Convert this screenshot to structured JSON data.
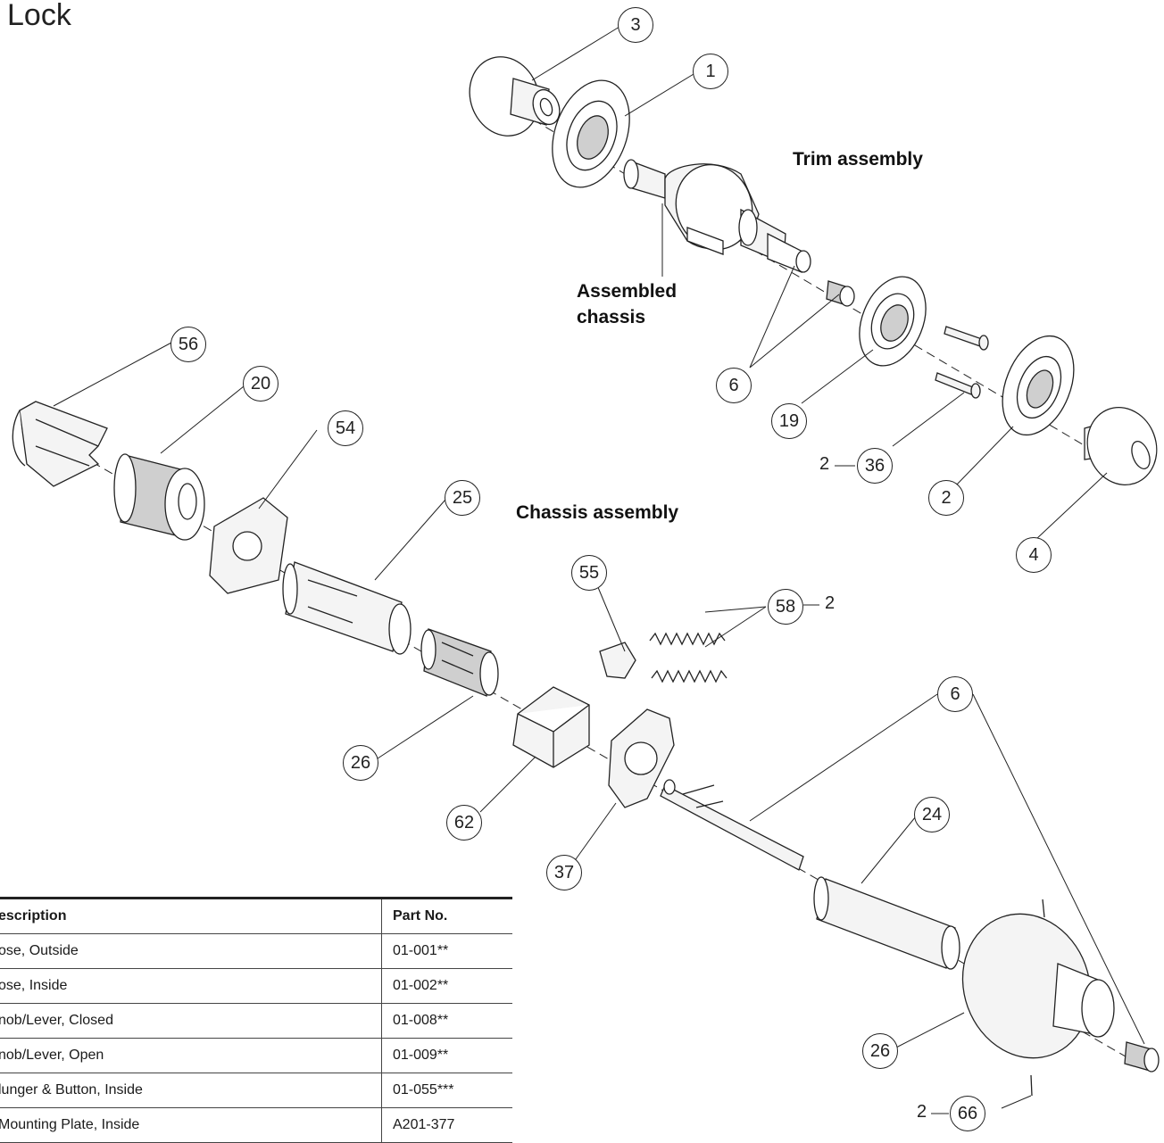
{
  "title": "Lock",
  "labels": {
    "trim_assembly": "Trim assembly",
    "assembled_chassis_l1": "Assembled",
    "assembled_chassis_l2": "chassis",
    "chassis_assembly": "Chassis assembly"
  },
  "callouts": {
    "c3": "3",
    "c1": "1",
    "c6a": "6",
    "c19": "19",
    "c36": "36",
    "c2": "2",
    "c4": "4",
    "c56": "56",
    "c20": "20",
    "c54": "54",
    "c25": "25",
    "c55": "55",
    "c58": "58",
    "c26a": "26",
    "c62": "62",
    "c37": "37",
    "c6b": "6",
    "c24": "24",
    "c26b": "26",
    "c66": "66"
  },
  "quantities": {
    "q36": "2",
    "q58": "2",
    "q66": "2"
  },
  "table": {
    "headers": {
      "description": "escription",
      "part_no": "Part No."
    },
    "rows": [
      {
        "description": "ose, Outside",
        "part_no": "01-001**"
      },
      {
        "description": "ose, Inside",
        "part_no": "01-002**"
      },
      {
        "description": "nob/Lever, Closed",
        "part_no": "01-008**"
      },
      {
        "description": "nob/Lever, Open",
        "part_no": "01-009**"
      },
      {
        "description": "lunger & Button, Inside",
        "part_no": "01-055***"
      },
      {
        "description": "Mounting Plate, Inside",
        "part_no": "A201-377"
      }
    ]
  },
  "colors": {
    "line": "#222222",
    "part_fill": "#f4f4f4",
    "part_shade": "#cfcfcf"
  }
}
